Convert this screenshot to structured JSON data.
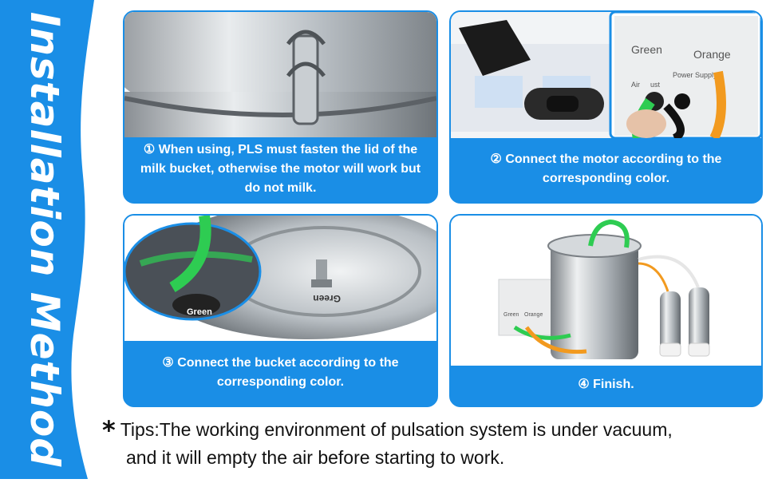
{
  "sidebar": {
    "title": "Installation Method",
    "color": "#1a8ee6"
  },
  "steps": [
    {
      "caption": "① When using, PLS must fasten the lid of the milk bucket, otherwise the motor will work but do not milk."
    },
    {
      "caption": "② Connect the motor according to the corresponding color.",
      "labels": {
        "green": "Green",
        "orange": "Orange",
        "power": "Power Supply",
        "air": "Air",
        "ust": "ust"
      }
    },
    {
      "caption": "③ Connect the bucket according to the corresponding color.",
      "labels": {
        "green1": "Green",
        "green2": "Green"
      }
    },
    {
      "caption": "④ Finish.",
      "labels": {
        "green": "Green",
        "orange": "Orange"
      }
    }
  ],
  "tips": {
    "star": "*",
    "line1": "Tips:The working environment of pulsation system is under vacuum,",
    "line2": "and it will empty the air before starting to work."
  },
  "colors": {
    "accent": "#1a8ee6",
    "tube_green": "#2ecc52",
    "tube_orange": "#f29a1f"
  }
}
